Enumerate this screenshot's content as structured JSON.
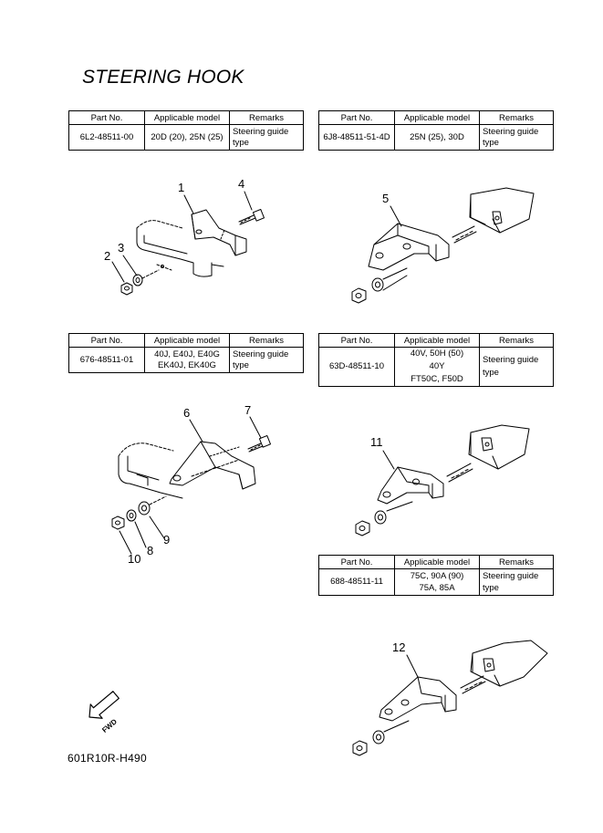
{
  "page": {
    "title": "STEERING HOOK",
    "drawing_code": "601R10R-H490"
  },
  "table_headers": {
    "part_no": "Part No.",
    "model": "Applicable model",
    "remarks": "Remarks"
  },
  "tables": [
    {
      "part_no": "6L2-48511-00",
      "models": [
        "20D (20), 25N (25)"
      ],
      "remarks": [
        "Steering guide",
        "type"
      ]
    },
    {
      "part_no": "6J8-48511-51-4D",
      "models": [
        "25N (25), 30D"
      ],
      "remarks": [
        "Steering guide",
        "type"
      ]
    },
    {
      "part_no": "676-48511-01",
      "models": [
        "40J, E40J, E40G",
        "EK40J, EK40G"
      ],
      "remarks": [
        "Steering guide",
        "type"
      ]
    },
    {
      "part_no": "63D-48511-10",
      "models": [
        "40V, 50H (50)",
        "40Y",
        "FT50C, F50D"
      ],
      "remarks": [
        "Steering guide",
        "type"
      ]
    },
    {
      "part_no": "688-48511-11",
      "models": [
        "75C, 90A (90)",
        "75A, 85A"
      ],
      "remarks": [
        "Steering guide",
        "type"
      ]
    }
  ],
  "callouts": {
    "c1": "1",
    "c2": "2",
    "c3": "3",
    "c4": "4",
    "c5": "5",
    "c6": "6",
    "c7": "7",
    "c8": "8",
    "c9": "9",
    "c10": "10",
    "c11": "11",
    "c12": "12"
  },
  "fwd_label": "FWD"
}
